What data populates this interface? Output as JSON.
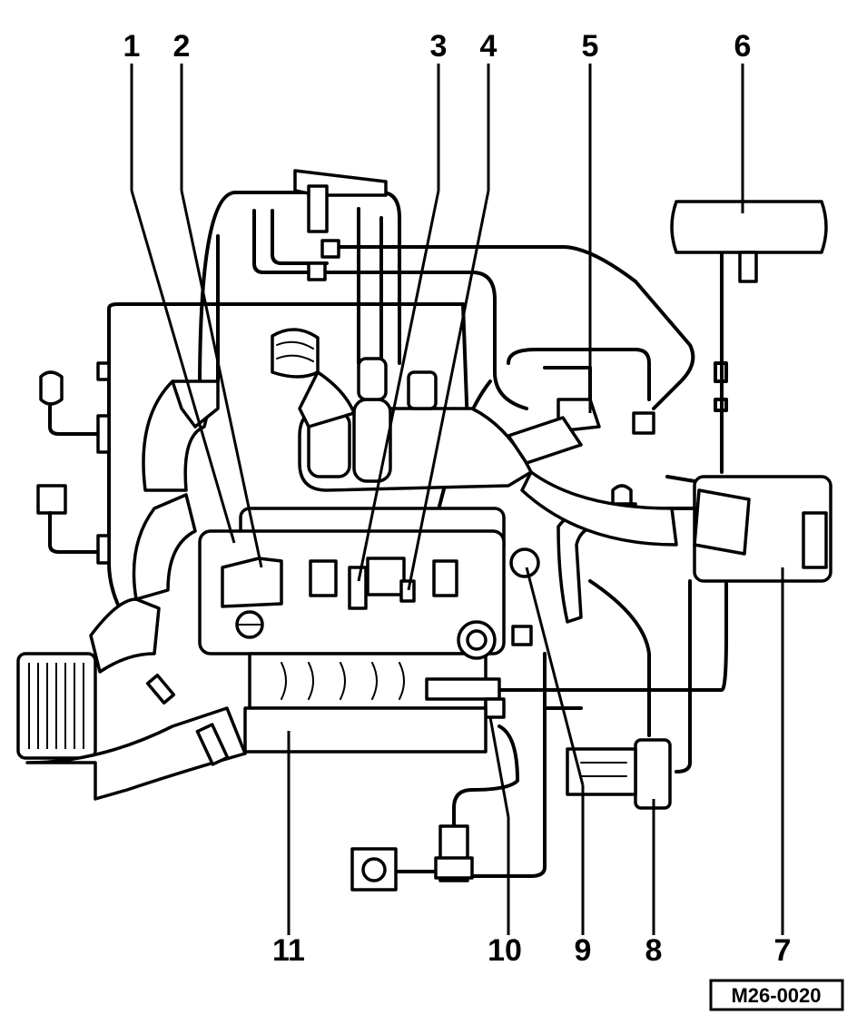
{
  "callouts": [
    {
      "label": "1"
    },
    {
      "label": "2"
    },
    {
      "label": "3"
    },
    {
      "label": "4"
    },
    {
      "label": "5"
    },
    {
      "label": "6"
    },
    {
      "label": "7"
    },
    {
      "label": "8"
    },
    {
      "label": "9"
    },
    {
      "label": "10"
    },
    {
      "label": "11"
    }
  ],
  "reference_code": "M26-0020"
}
